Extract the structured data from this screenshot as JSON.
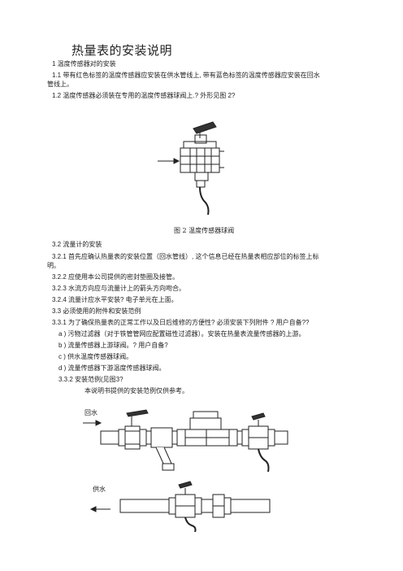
{
  "title": "热量表的安装说明",
  "s1": "1  温度传感器对的安装",
  "s1_1a": "1.1  带有红色标签的温度传感器应安装在供水管线上, 带有蓝色标签的温度传感器应安装在回水",
  "s1_1b": "管线上。",
  "s1_2": "1.2  温度传感器必须装在专用的温度传感器球阀上.?  外形见图 2?",
  "fig2_caption": "图 2    温度传感器球阀",
  "s3_2": "3.2    流量计的安装",
  "s3_2_1a": "3.2.1    首先应确认热量表的安装位置（回水管线）, 这个信息已经在热量表相应部位的标签上标",
  "s3_2_1b": "明。",
  "s3_2_2": "3.2.2    应使用本公司提供的密封垫圈及接管。",
  "s3_2_3": "3.2.3    水流方向应与流量计上的箭头方向吻合。",
  "s3_2_4": "3.2.4    流量计应水平安装?  电子单元在上面。",
  "s3_3": "3.3    必须使用的附件和安装范例",
  "s3_3_1": "3.3.1    为了确保热量表的正常工作以及日后维修的方便性?  必须安装下列附件 ?  用户自备??",
  "item_a": "a )    污物过滤器（对于铁管管网应配置磁性过滤器）。安装在热量表流量传感器的上游。",
  "item_b": "b )    流量传感器上游球阀。?  用户自备?",
  "item_c": "c )    供水温度传感器球阀。",
  "item_d": "d )    流量传感器下游温度传感器球阀。",
  "s3_3_2": "3.3.2    安装范例(见图3?",
  "s3_3_2_note": "本说明书提供的安装范例仅供参考。",
  "fig3_return": "回水",
  "fig3_supply": "供水"
}
